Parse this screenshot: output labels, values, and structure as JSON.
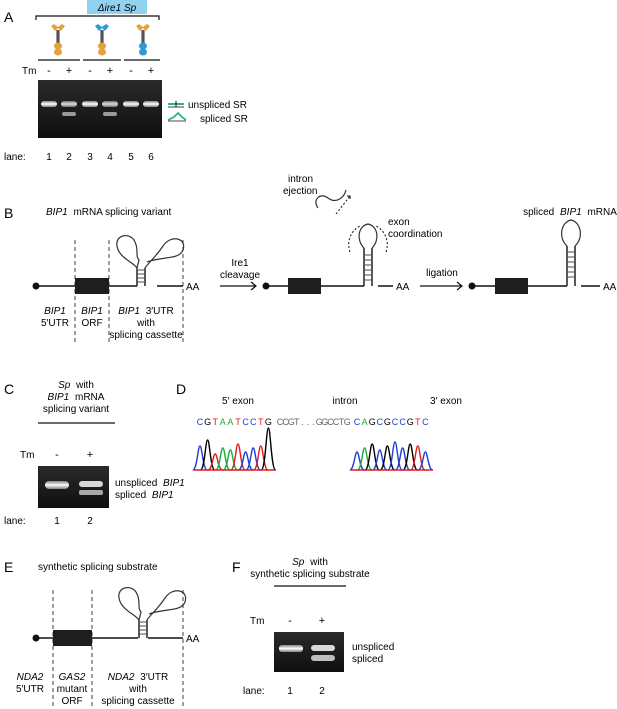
{
  "panelA": {
    "letter": "A",
    "strain": "Δire1 Sp",
    "tm_label": "Tm",
    "tm_signs": [
      "-",
      "+",
      "-",
      "+",
      "-",
      "+"
    ],
    "lane_label": "lane:",
    "lanes": [
      "1",
      "2",
      "3",
      "4",
      "5",
      "6"
    ],
    "band_labels": [
      "unspliced SR",
      "spliced SR"
    ]
  },
  "panelB": {
    "letter": "B",
    "title_gene": "BIP1",
    "title_rest": "mRNA splicing variant",
    "region1": [
      "BIP1",
      "5′UTR"
    ],
    "region2": [
      "BIP1",
      "ORF"
    ],
    "region3_gene": "BIP1",
    "region3_rest": "3′UTR",
    "region3_lines": [
      "with",
      "splicing cassette"
    ],
    "polyA": "AA",
    "step1": [
      "Ire1",
      "cleavage"
    ],
    "intron": [
      "intron",
      "ejection"
    ],
    "exon": [
      "exon",
      "coordination"
    ],
    "step2": "ligation",
    "spliced_prefix": "spliced",
    "spliced_gene": "BIP1",
    "spliced_suffix": "mRNA"
  },
  "panelC": {
    "letter": "C",
    "head": [
      "Sp",
      "with",
      "BIP1",
      "mRNA",
      "splicing variant"
    ],
    "tm_label": "Tm",
    "tm_signs": [
      "-",
      "+"
    ],
    "band_labels": [
      [
        "unspliced",
        "BIP1"
      ],
      [
        "spliced",
        "BIP1"
      ]
    ],
    "lane_label": "lane:",
    "lanes": [
      "1",
      "2"
    ]
  },
  "panelD": {
    "letter": "D",
    "labels": [
      "5′ exon",
      "intron",
      "3′ exon"
    ],
    "seq_left": "CGTAATCCTG",
    "seq_mid": "CCGT...GGCCTG",
    "seq_right": "CAGCGCCGTC"
  },
  "panelE": {
    "letter": "E",
    "title": "synthetic splicing substrate",
    "region1": [
      "NDA2",
      "5′UTR"
    ],
    "region2": [
      "GAS2",
      "mutant",
      "ORF"
    ],
    "region3_gene": "NDA2",
    "region3_rest": "3′UTR",
    "region3_lines": [
      "with",
      "splicing cassette"
    ],
    "polyA": "AA"
  },
  "panelF": {
    "letter": "F",
    "head": [
      "Sp",
      "with",
      "synthetic splicing substrate"
    ],
    "tm_label": "Tm",
    "tm_signs": [
      "-",
      "+"
    ],
    "band_labels": [
      "unspliced",
      "spliced"
    ],
    "lane_label": "lane:",
    "lanes": [
      "1",
      "2"
    ]
  },
  "colors": {
    "strain_box": "#8fd3f0",
    "construct_orange": "#e3a23c",
    "construct_blue": "#2d9bd3",
    "loop_red": "#d9534f",
    "primer_green": "#2bb390",
    "gel_dark": "#1e1e1e",
    "trace_green": "#1faa3b",
    "trace_blue": "#1f3fd1",
    "trace_red": "#e01b1b",
    "trace_black": "#000000"
  }
}
